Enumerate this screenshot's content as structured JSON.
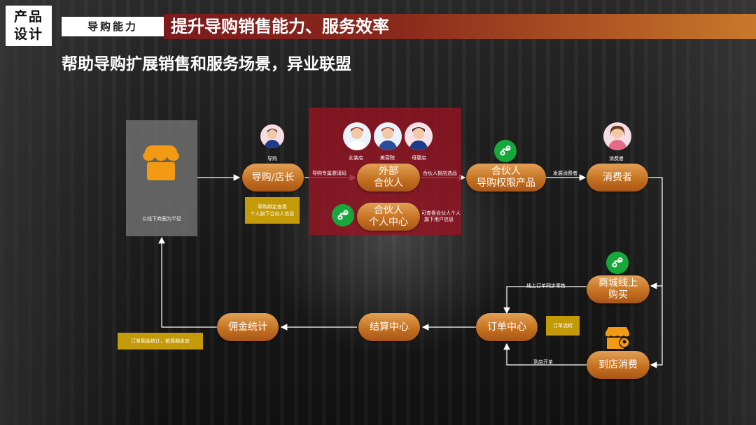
{
  "header": {
    "brand_line1": "产品",
    "brand_line2": "设计",
    "section_tag": "导购能力",
    "title": "提升导购销售能力、服务效率",
    "subtitle": "帮助导购扩展销售和服务场景，异业联盟"
  },
  "store": {
    "caption": "以线下商圈为半径"
  },
  "nodes": {
    "guide": "导购/店长",
    "external_line1": "外部",
    "external_line2": "合伙人",
    "partner_center_line1": "合伙人",
    "partner_center_line2": "个人中心",
    "partner_products_line1": "合伙人",
    "partner_products_line2": "导购权限产品",
    "consumer": "消费者",
    "mall_line1": "商城线上",
    "mall_line2": "购买",
    "order_center": "订单中心",
    "settlement": "结算中心",
    "commission": "佣金统计",
    "instore": "到店消费"
  },
  "avatars": {
    "guide": "导购",
    "women": "女装店",
    "beauty": "美容院",
    "baby": "母婴店",
    "consumer": "消费者"
  },
  "edges": {
    "invite": "导购专属邀请码",
    "select": "合伙人挑店选品",
    "send": "发展消费者",
    "view_line1": "可查看合伙人个人",
    "view_line2": "旗下用户信息",
    "sync": "线上订单同步零售",
    "open": "到店开单"
  },
  "notes": {
    "bind_line1": "导购绑定查看",
    "bind_line2": "个人旗下合伙人信息",
    "flow": "订单流转",
    "commission": "订单佣金统计，按周期发放"
  },
  "icons": {
    "store": "store-awning-icon",
    "miniprogram": "wechat-miniprogram-icon",
    "shop_location": "shop-location-icon"
  },
  "colors": {
    "accent": "#c36e1e",
    "note": "#c49a08",
    "wechat": "#16a83a",
    "highlight_box": "#96142380"
  }
}
